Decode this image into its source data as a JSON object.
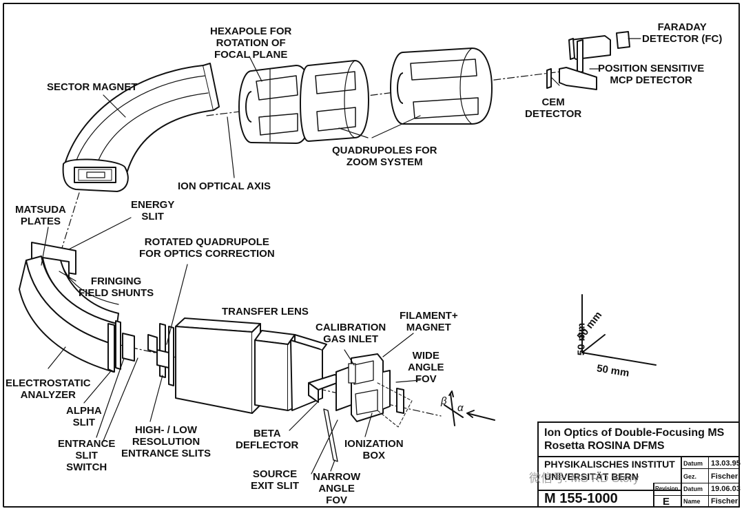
{
  "labels": {
    "sector_magnet": "SECTOR MAGNET",
    "hexapole": "HEXAPOLE FOR\nROTATION OF\nFOCAL PLANE",
    "faraday": "FARADAY\nDETECTOR (FC)",
    "psd_mcp": "POSITION SENSITIVE\nMCP DETECTOR",
    "cem": "CEM\nDETECTOR",
    "quadrupoles": "QUADRUPOLES FOR\nZOOM SYSTEM",
    "ion_axis": "ION OPTICAL AXIS",
    "matsuda": "MATSUDA\nPLATES",
    "energy_slit": "ENERGY\nSLIT",
    "rotated_quad": "ROTATED QUADRUPOLE\nFOR OPTICS CORRECTION",
    "fringing": "FRINGING\nFIELD SHUNTS",
    "transfer_lens": "TRANSFER LENS",
    "calibration": "CALIBRATION\nGAS INLET",
    "filament": "FILAMENT+\nMAGNET",
    "wide_fov": "WIDE\nANGLE\nFOV",
    "electrostatic": "ELECTROSTATIC\nANALYZER",
    "alpha_slit": "ALPHA\nSLIT",
    "entrance_switch": "ENTRANCE\nSLIT\nSWITCH",
    "hilo": "HIGH- / LOW\nRESOLUTION\nENTRANCE SLITS",
    "beta_deflector": "BETA\nDEFLECTOR",
    "ionization": "IONIZATION\nBOX",
    "source_exit": "SOURCE\nEXIT SLIT",
    "narrow_fov": "NARROW\nANGLE\nFOV",
    "scale_a": "50 mm",
    "scale_b": "50 mm",
    "scale_c": "50 mm",
    "beta": "β",
    "alpha": "α"
  },
  "title_block": {
    "title_line1": "Ion Optics of Double-Focusing MS",
    "title_line2": "Rosetta ROSINA DFMS",
    "institute_line1": "PHYSIKALISCHES INSTITUT",
    "institute_line2": "UNIVERSITÄT BERN",
    "drawing_no": "M  155-1000",
    "datum_label_1": "Datum",
    "datum_value_1": "13.03.95",
    "name_label_1": "Gez.",
    "name_value_1": "Fischer",
    "revision_label": "Revision",
    "revision_value": "E",
    "datum_label_2": "Datum",
    "datum_value_2": "19.06.03",
    "name_label_2": "Name",
    "name_value_2": "Fischer"
  },
  "watermark": "微信号: MS RD Story"
}
